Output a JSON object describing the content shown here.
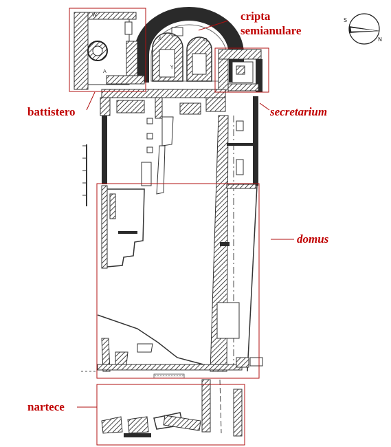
{
  "labels": {
    "cripta_line1": "cripta",
    "cripta_line2": "semianulare",
    "battistero": "battistero",
    "secretarium": "secretarium",
    "domus": "domus",
    "nartece": "nartece"
  },
  "compass_letters": {
    "south": "S",
    "north": "N"
  },
  "colors": {
    "label": "#c00000",
    "ink": "#3a3a3a",
    "hatch": "#555555",
    "box": "#b01010"
  }
}
